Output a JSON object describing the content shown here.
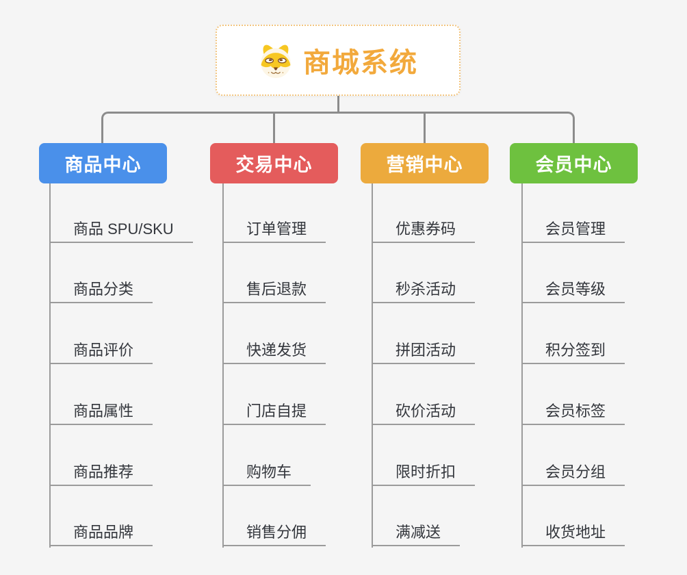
{
  "root": {
    "title": "商城系统",
    "icon": "dog-face-icon"
  },
  "branches": [
    {
      "label": "商品中心",
      "color": "#4a90ea",
      "items": [
        "商品 SPU/SKU",
        "商品分类",
        "商品评价",
        "商品属性",
        "商品推荐",
        "商品品牌"
      ]
    },
    {
      "label": "交易中心",
      "color": "#e45c5c",
      "items": [
        "订单管理",
        "售后退款",
        "快递发货",
        "门店自提",
        "购物车",
        "销售分佣"
      ]
    },
    {
      "label": "营销中心",
      "color": "#ecaa3d",
      "items": [
        "优惠券码",
        "秒杀活动",
        "拼团活动",
        "砍价活动",
        "限时折扣",
        "满减送"
      ]
    },
    {
      "label": "会员中心",
      "color": "#6ec13f",
      "items": [
        "会员管理",
        "会员等级",
        "积分签到",
        "会员标签",
        "会员分组",
        "收货地址"
      ]
    }
  ],
  "colors": {
    "canvas_background": "#f5f5f5",
    "root_title_text": "#f2a93c",
    "root_border": "#f3c57f",
    "connector_line": "#8c8c8c",
    "item_underline": "#9b9b9b",
    "item_text": "#33363c"
  }
}
